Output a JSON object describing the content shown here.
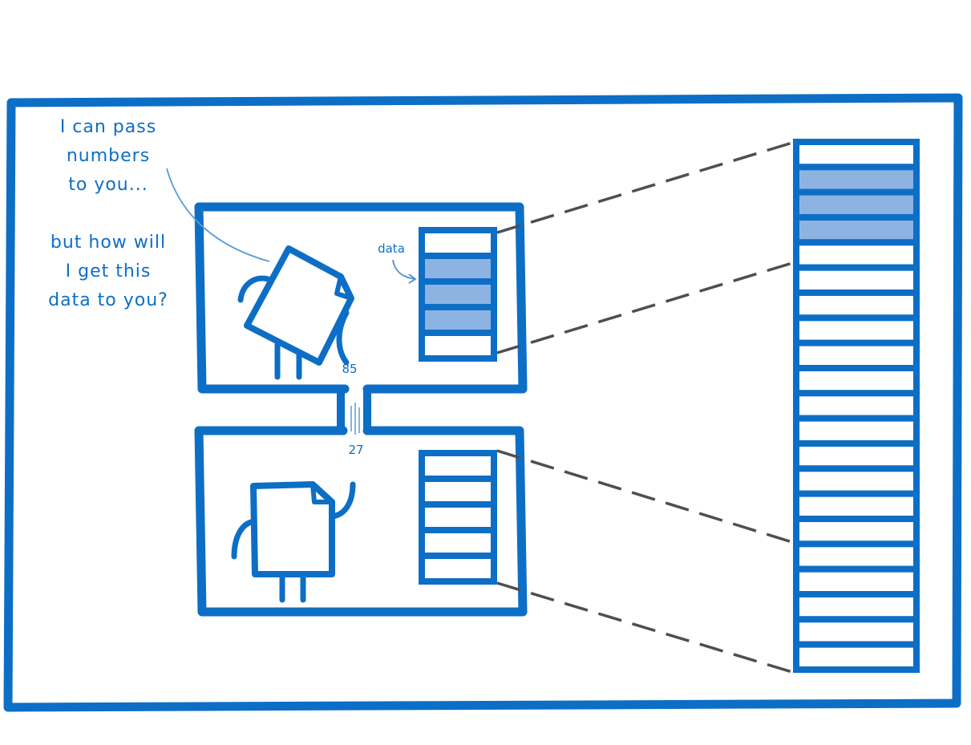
{
  "speech": {
    "line1": "I can pass",
    "line2": "numbers",
    "line3": "to you...",
    "line4": "but how will",
    "line5": "I get this",
    "line6": "data to you?"
  },
  "labels": {
    "data": "data",
    "value_top": "85",
    "value_bottom": "27"
  },
  "colors": {
    "stroke": "#0d6ec6",
    "fill_highlight": "#8db3e3",
    "dash": "#4f4f4f",
    "background": "#ffffff"
  },
  "memory": {
    "top_slots": 5,
    "top_filled": [
      1,
      2,
      3
    ],
    "bottom_slots": 5,
    "big_slots": 21,
    "big_filled": [
      1,
      2,
      3
    ]
  }
}
